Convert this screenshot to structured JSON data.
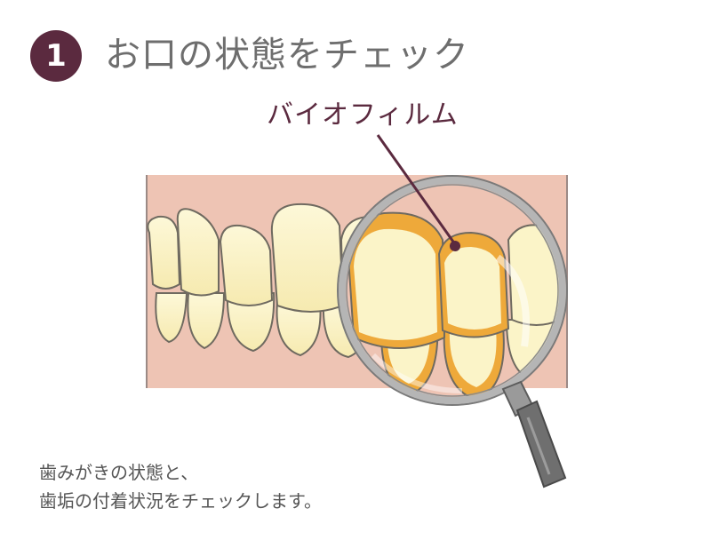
{
  "step": {
    "number": "1"
  },
  "title": "お口の状態をチェック",
  "callout": {
    "label": "バイオフィルム"
  },
  "description": {
    "line1": "歯みがきの状態と、",
    "line2": "歯垢の付着状況をチェックします。"
  },
  "colors": {
    "badge": "#5b2a3f",
    "gum": "#eec4b4",
    "tooth": "#fbf4c8",
    "plaque": "#eea93a",
    "lens_rim": "#b5b5b5",
    "handle": "#6f6f6f"
  },
  "icons": {
    "illustration": "teeth-magnifier-illustration"
  }
}
